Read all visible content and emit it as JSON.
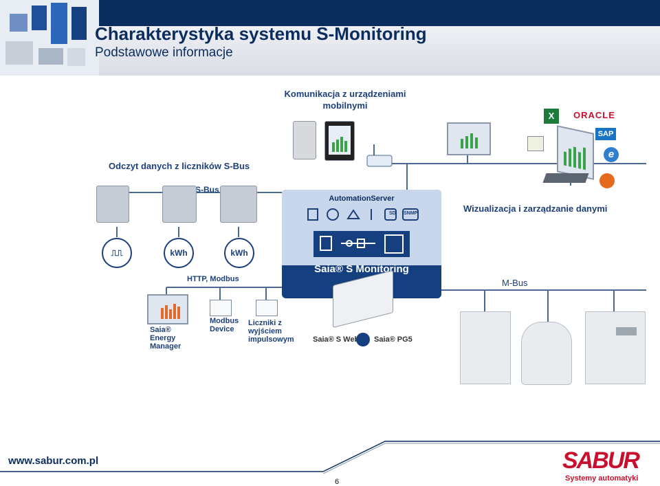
{
  "header": {
    "title": "Charakterystyka systemu S-Monitoring",
    "subtitle": "Podstawowe informacje"
  },
  "diagram": {
    "mobile_label": "Komunikacja z urządzeniami mobilnymi",
    "sbus_read_label": "Odczyt danych z liczników S-Bus",
    "sbus_label": "S-Bus",
    "kwh_1": "kWh",
    "kwh_2": "kWh",
    "server_label": "AutomationServer",
    "snmp_label": "SNMP",
    "sd_label": "SD",
    "monitoring_label": "Saia® S Monitoring",
    "visualization_label": "Wizualizacja i zarządzanie danymi",
    "http_modbus_label": "HTTP, Modbus",
    "mbus_label": "M-Bus",
    "energy_manager_label": "Saia® Energy Manager",
    "modbus_device_label": "Modbus Device",
    "pulse_counters_label": "Liczniki z wyjściem impulsowym",
    "sweb_label": "Saia® S Web",
    "pg5_label": "Saia® PG5",
    "oracle_label": "ORACLE",
    "sap_label": "SAP"
  },
  "footer": {
    "url": "www.sabur.com.pl",
    "page_number": "6",
    "logo_text": "SABUR",
    "logo_tagline": "Systemy automatyki"
  },
  "colors": {
    "navy": "#0b2d5e",
    "accent_red": "#c8102e",
    "diagram_blue": "#153f7f"
  }
}
